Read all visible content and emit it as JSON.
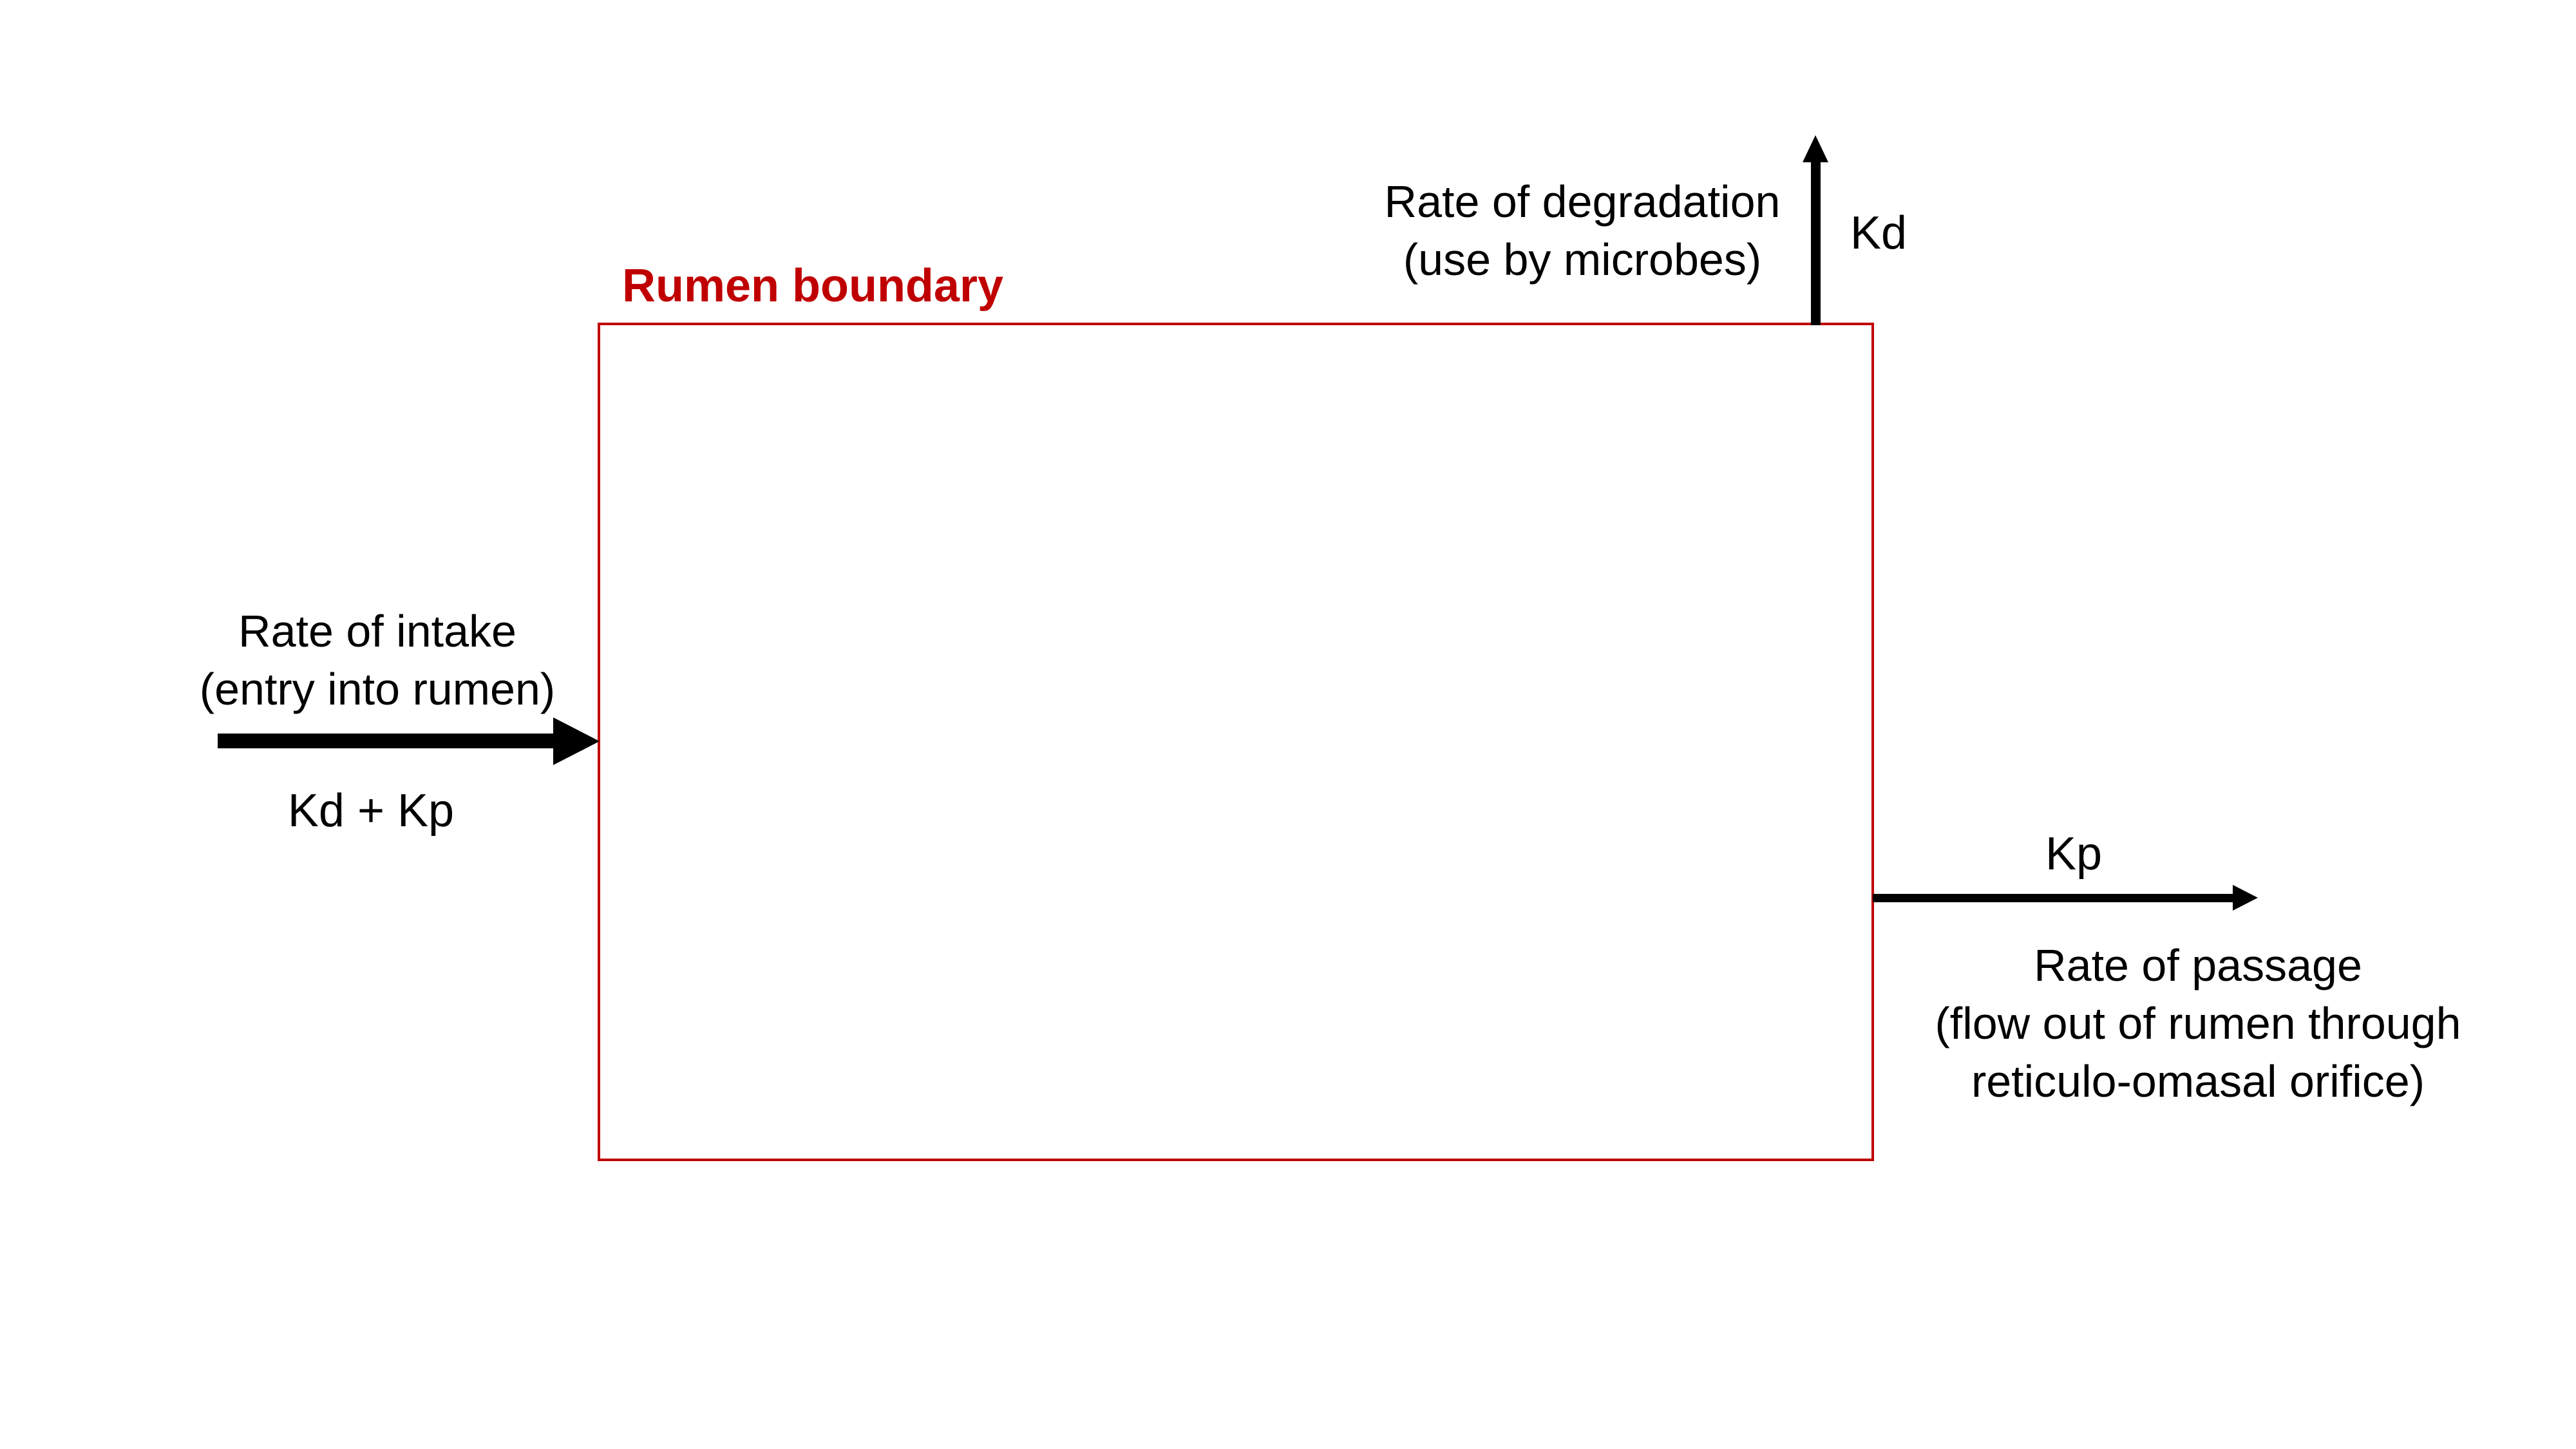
{
  "canvas": {
    "background_color": "#ffffff",
    "ink_color": "#000000",
    "boundary_color": "#c00000"
  },
  "boundary": {
    "label": "Rumen boundary"
  },
  "flows": {
    "intake": {
      "line1": "Rate of intake",
      "line2": "(entry into rumen)",
      "rate_constant": "Kd + Kp",
      "arrow_direction": "right-into-box"
    },
    "degradation": {
      "line1": "Rate of degradation",
      "line2": "(use by microbes)",
      "rate_constant": "Kd",
      "arrow_direction": "up-out-of-box"
    },
    "passage": {
      "line1": "Rate of passage",
      "line2": "(flow out of rumen through",
      "line3": "reticulo-omasal orifice)",
      "rate_constant": "Kp",
      "arrow_direction": "right-out-of-box"
    }
  }
}
